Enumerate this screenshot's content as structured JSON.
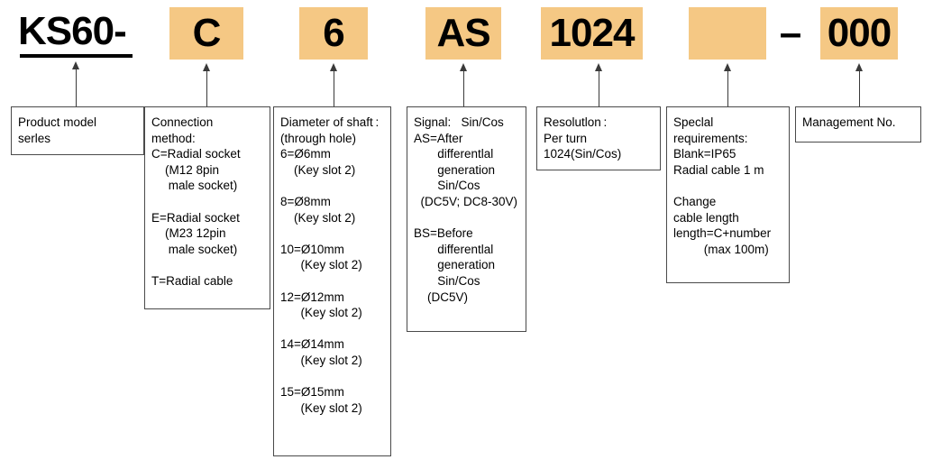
{
  "diagram": {
    "title": "KS60 encoder model code breakdown",
    "accent_color": "#f5c884",
    "line_color": "#3a3a3a",
    "code_tokens": [
      {
        "id": "series",
        "text": "KS60-",
        "highlighted": false
      },
      {
        "id": "connection",
        "text": "C",
        "highlighted": true
      },
      {
        "id": "shaft",
        "text": "6",
        "highlighted": true
      },
      {
        "id": "signal",
        "text": "AS",
        "highlighted": true
      },
      {
        "id": "resolution",
        "text": "1024",
        "highlighted": true
      },
      {
        "id": "special",
        "text": "",
        "highlighted": true
      },
      {
        "id": "separator",
        "text": "–",
        "highlighted": false
      },
      {
        "id": "management",
        "text": "000",
        "highlighted": true
      }
    ],
    "boxes": [
      {
        "id": "product-model-series",
        "name": "Product model series",
        "lines": [
          "Product model",
          "serles"
        ]
      },
      {
        "id": "connection-method",
        "name": "Connection method",
        "lines": [
          "Connection",
          "method:",
          "C=Radial socket",
          "    (M12 8pin",
          "     male socket)",
          "",
          "E=Radial socket",
          "    (M23 12pin",
          "     male socket)",
          "",
          "T=Radial cable"
        ]
      },
      {
        "id": "diameter-of-shaft",
        "name": "Diameter of shaft",
        "lines": [
          "Diameter of shaft :",
          "(through hole)",
          "6=Ø6mm",
          "    (Key slot 2)",
          "",
          "8=Ø8mm",
          "    (Key slot 2)",
          "",
          "10=Ø10mm",
          "      (Key slot 2)",
          "",
          "12=Ø12mm",
          "      (Key slot 2)",
          "",
          "14=Ø14mm",
          "      (Key slot 2)",
          "",
          "15=Ø15mm",
          "      (Key slot 2)"
        ]
      },
      {
        "id": "signal",
        "name": "Signal Sin/Cos",
        "lines": [
          "Signal:   Sin/Cos",
          "AS=After",
          "       differentlal",
          "       generation",
          "       Sin/Cos",
          "  (DC5V; DC8-30V)",
          "",
          "BS=Before",
          "       differentlal",
          "       generation",
          "       Sin/Cos",
          "    (DC5V)"
        ]
      },
      {
        "id": "resolution",
        "name": "Resolution",
        "lines": [
          "Resolutlon :",
          "Per turn",
          "1024(Sin/Cos)"
        ]
      },
      {
        "id": "special-requirements",
        "name": "Special requirements",
        "lines": [
          "Speclal",
          "requirements:",
          "Blank=IP65",
          "Radial cable 1 m",
          "",
          "Change",
          "cable length",
          "length=C+number",
          "         (max 100m)"
        ]
      },
      {
        "id": "management-no",
        "name": "Management No.",
        "lines": [
          "Management No."
        ]
      }
    ]
  }
}
